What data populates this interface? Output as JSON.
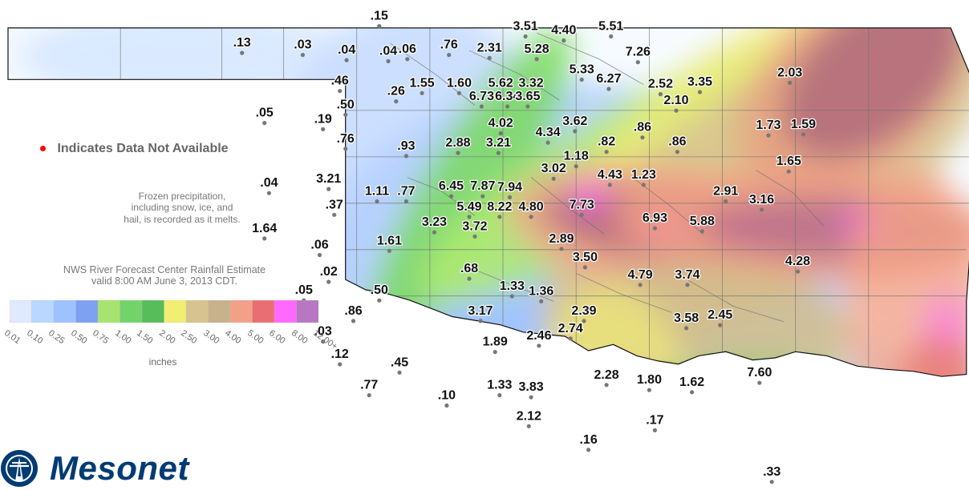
{
  "legend": {
    "not_available": "Indicates Data Not Available",
    "frozen_note": [
      "Frozen precipitation,",
      "including snow, ice, and",
      "hail, is recorded as it melts."
    ],
    "source_note": [
      "NWS River Forecast Center Rainfall Estimate",
      "valid 8:00 AM June 3, 2013 CDT."
    ],
    "unit": "inches",
    "ticks": [
      "0.01",
      "0.10",
      "0.25",
      "0.50",
      "0.75",
      "1.00",
      "1.50",
      "2.00",
      "2.50",
      "3.00",
      "4.00",
      "5.00",
      "6.00",
      "8.00",
      "12.00+"
    ],
    "colors": [
      "#dfe9ff",
      "#b9d7ff",
      "#9ec2ff",
      "#7ea1f2",
      "#a7e36f",
      "#72d36a",
      "#57bc5a",
      "#f2ee72",
      "#d7c38f",
      "#c8b28c",
      "#f2a188",
      "#e86e73",
      "#ff69ff",
      "#b877c3"
    ]
  },
  "stations": [
    {
      "label": ".15",
      "lon": -99.7,
      "lat": 37.08
    },
    {
      "label": ".13",
      "lon": -100.92,
      "lat": 36.82
    },
    {
      "label": ".03",
      "lon": -100.38,
      "lat": 36.8
    },
    {
      "label": ".04",
      "lon": -99.99,
      "lat": 36.75
    },
    {
      "label": ".04",
      "lon": -99.62,
      "lat": 36.74
    },
    {
      "label": ".06",
      "lon": -99.45,
      "lat": 36.76
    },
    {
      "label": ".76",
      "lon": -99.08,
      "lat": 36.8
    },
    {
      "label": "2.31",
      "lon": -98.72,
      "lat": 36.77
    },
    {
      "label": "3.51",
      "lon": -98.4,
      "lat": 36.98
    },
    {
      "label": "4.40",
      "lon": -98.06,
      "lat": 36.94
    },
    {
      "label": "5.51",
      "lon": -97.64,
      "lat": 36.98
    },
    {
      "label": "5.28",
      "lon": -98.3,
      "lat": 36.76
    },
    {
      "label": "7.26",
      "lon": -97.4,
      "lat": 36.73
    },
    {
      "label": "2.03",
      "lon": -96.05,
      "lat": 36.53
    },
    {
      "label": ".46",
      "lon": -100.05,
      "lat": 36.45
    },
    {
      "label": "5.33",
      "lon": -97.9,
      "lat": 36.56
    },
    {
      "label": "6.27",
      "lon": -97.66,
      "lat": 36.47
    },
    {
      "label": "1.55",
      "lon": -99.32,
      "lat": 36.43
    },
    {
      "label": "1.60",
      "lon": -98.99,
      "lat": 36.43
    },
    {
      "label": "5.62",
      "lon": -98.62,
      "lat": 36.43
    },
    {
      "label": "3.32",
      "lon": -98.35,
      "lat": 36.43
    },
    {
      "label": "2.52",
      "lon": -97.2,
      "lat": 36.42
    },
    {
      "label": "3.35",
      "lon": -96.85,
      "lat": 36.44
    },
    {
      "label": ".26",
      "lon": -99.55,
      "lat": 36.35
    },
    {
      "label": ".50",
      "lon": -100.0,
      "lat": 36.22
    },
    {
      "label": "6.73",
      "lon": -98.79,
      "lat": 36.3
    },
    {
      "label": "6.34",
      "lon": -98.56,
      "lat": 36.3
    },
    {
      "label": "3.65",
      "lon": -98.38,
      "lat": 36.3
    },
    {
      "label": "2.10",
      "lon": -97.06,
      "lat": 36.26
    },
    {
      "label": ".05",
      "lon": -100.72,
      "lat": 36.14
    },
    {
      "label": ".19",
      "lon": -100.2,
      "lat": 36.08
    },
    {
      "label": "4.02",
      "lon": -98.62,
      "lat": 36.04
    },
    {
      "label": "3.62",
      "lon": -97.96,
      "lat": 36.06
    },
    {
      "label": "4.34",
      "lon": -98.2,
      "lat": 35.95
    },
    {
      "label": "1.73",
      "lon": -96.24,
      "lat": 36.02
    },
    {
      "label": "1.59",
      "lon": -95.93,
      "lat": 36.03
    },
    {
      "label": ".86",
      "lon": -97.36,
      "lat": 36.0
    },
    {
      "label": ".76",
      "lon": -100.0,
      "lat": 35.89
    },
    {
      "label": ".93",
      "lon": -99.46,
      "lat": 35.82
    },
    {
      "label": "2.88",
      "lon": -99.0,
      "lat": 35.85
    },
    {
      "label": "3.21",
      "lon": -98.64,
      "lat": 35.85
    },
    {
      "label": ".82",
      "lon": -97.68,
      "lat": 35.86
    },
    {
      "label": ".86",
      "lon": -97.05,
      "lat": 35.86
    },
    {
      "label": "1.18",
      "lon": -97.95,
      "lat": 35.72
    },
    {
      "label": "1.65",
      "lon": -96.06,
      "lat": 35.67
    },
    {
      "label": "3.02",
      "lon": -98.15,
      "lat": 35.6
    },
    {
      "label": ".04",
      "lon": -100.68,
      "lat": 35.46
    },
    {
      "label": "3.21",
      "lon": -100.15,
      "lat": 35.5
    },
    {
      "label": "1.11",
      "lon": -99.72,
      "lat": 35.38
    },
    {
      "label": ".77",
      "lon": -99.46,
      "lat": 35.38
    },
    {
      "label": "6.45",
      "lon": -99.06,
      "lat": 35.43
    },
    {
      "label": "7.87",
      "lon": -98.78,
      "lat": 35.43
    },
    {
      "label": "7.94",
      "lon": -98.54,
      "lat": 35.42
    },
    {
      "label": "4.43",
      "lon": -97.65,
      "lat": 35.54
    },
    {
      "label": "1.23",
      "lon": -97.35,
      "lat": 35.54
    },
    {
      "label": "2.91",
      "lon": -96.62,
      "lat": 35.38
    },
    {
      "label": "3.16",
      "lon": -96.3,
      "lat": 35.3
    },
    {
      "label": ".37",
      "lon": -100.1,
      "lat": 35.25
    },
    {
      "label": "5.49",
      "lon": -98.9,
      "lat": 35.23
    },
    {
      "label": "8.22",
      "lon": -98.63,
      "lat": 35.23
    },
    {
      "label": "4.80",
      "lon": -98.35,
      "lat": 35.23
    },
    {
      "label": "7.73",
      "lon": -97.9,
      "lat": 35.25
    },
    {
      "label": "6.93",
      "lon": -97.25,
      "lat": 35.12
    },
    {
      "label": "5.88",
      "lon": -96.83,
      "lat": 35.09
    },
    {
      "label": "1.64",
      "lon": -100.72,
      "lat": 35.02
    },
    {
      "label": "3.23",
      "lon": -99.21,
      "lat": 35.08
    },
    {
      "label": "3.72",
      "lon": -98.85,
      "lat": 35.04
    },
    {
      "label": "2.89",
      "lon": -98.08,
      "lat": 34.92
    },
    {
      "label": "1.61",
      "lon": -99.61,
      "lat": 34.9
    },
    {
      "label": ".06",
      "lon": -100.23,
      "lat": 34.86
    },
    {
      "label": "3.50",
      "lon": -97.87,
      "lat": 34.74
    },
    {
      "label": "4.28",
      "lon": -95.98,
      "lat": 34.7
    },
    {
      "label": ".02",
      "lon": -100.15,
      "lat": 34.6
    },
    {
      "label": ".68",
      "lon": -98.9,
      "lat": 34.63
    },
    {
      "label": "4.79",
      "lon": -97.38,
      "lat": 34.57
    },
    {
      "label": "3.74",
      "lon": -96.96,
      "lat": 34.57
    },
    {
      "label": ".05",
      "lon": -100.37,
      "lat": 34.42
    },
    {
      "label": ".50",
      "lon": -99.7,
      "lat": 34.42
    },
    {
      "label": "1.33",
      "lon": -98.52,
      "lat": 34.46
    },
    {
      "label": "1.36",
      "lon": -98.26,
      "lat": 34.41
    },
    {
      "label": ".86",
      "lon": -99.93,
      "lat": 34.22
    },
    {
      "label": "3.17",
      "lon": -98.8,
      "lat": 34.22
    },
    {
      "label": "2.39",
      "lon": -97.88,
      "lat": 34.22
    },
    {
      "label": "3.58",
      "lon": -96.97,
      "lat": 34.15
    },
    {
      "label": "2.45",
      "lon": -96.67,
      "lat": 34.18
    },
    {
      "label": "2.74",
      "lon": -98.0,
      "lat": 34.05
    },
    {
      "label": ".03",
      "lon": -100.2,
      "lat": 34.02
    },
    {
      "label": "2.46",
      "lon": -98.28,
      "lat": 33.98
    },
    {
      "label": "1.89",
      "lon": -98.67,
      "lat": 33.92
    },
    {
      "label": ".12",
      "lon": -100.05,
      "lat": 33.8
    },
    {
      "label": ".45",
      "lon": -99.52,
      "lat": 33.72
    },
    {
      "label": "7.60",
      "lon": -96.32,
      "lat": 33.62
    },
    {
      "label": "2.28",
      "lon": -97.68,
      "lat": 33.6
    },
    {
      "label": "1.80",
      "lon": -97.3,
      "lat": 33.55
    },
    {
      "label": "1.62",
      "lon": -96.92,
      "lat": 33.53
    },
    {
      "label": ".77",
      "lon": -99.79,
      "lat": 33.5
    },
    {
      "label": "1.33",
      "lon": -98.63,
      "lat": 33.5
    },
    {
      "label": "3.83",
      "lon": -98.35,
      "lat": 33.48
    },
    {
      "label": ".10",
      "lon": -99.1,
      "lat": 33.4
    },
    {
      "label": "2.12",
      "lon": -98.37,
      "lat": 33.2
    },
    {
      "label": ".17",
      "lon": -97.25,
      "lat": 33.16
    },
    {
      "label": ".16",
      "lon": -97.84,
      "lat": 32.97
    },
    {
      "label": ".33",
      "lon": -96.21,
      "lat": 32.66
    }
  ],
  "logo_text": "Mesonet"
}
